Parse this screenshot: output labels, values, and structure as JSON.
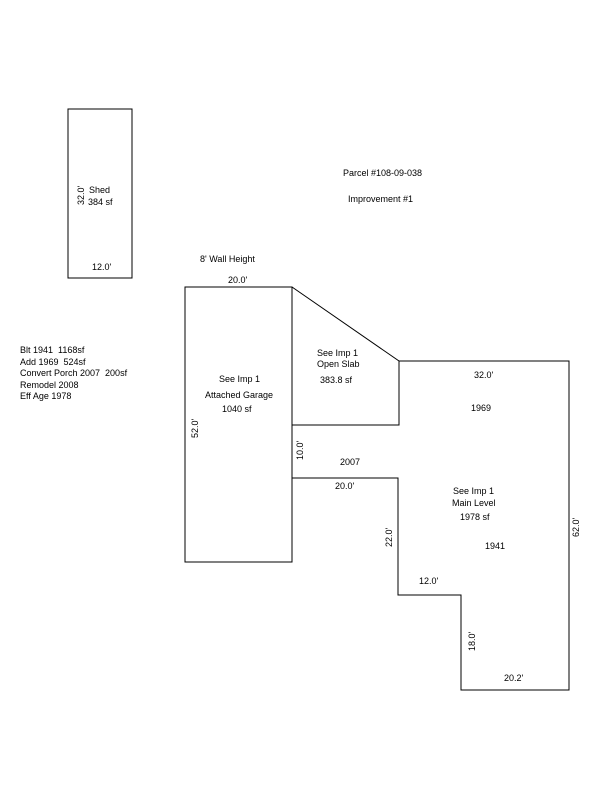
{
  "header": {
    "parcel": "Parcel #108-09-038",
    "improvement": "Improvement #1"
  },
  "notes": [
    "Blt 1941  1168sf",
    "Add 1969  524sf",
    "Convert Porch 2007  200sf",
    "Remodel 2008",
    "Eff Age 1978"
  ],
  "shed": {
    "name": "Shed",
    "area": "384 sf",
    "dim_width": "12.0'",
    "dim_height": "32.0'"
  },
  "wall_height": "8' Wall Height",
  "garage": {
    "line1": "See Imp 1",
    "line2": "Attached Garage",
    "area": "1040 sf",
    "dim_top": "20.0'",
    "dim_side": "52.0'"
  },
  "slab": {
    "line1": "See Imp 1",
    "line2": "Open Slab",
    "area": "383.8 sf"
  },
  "main": {
    "line1": "See Imp 1",
    "line2": "Main Level",
    "area": "1978 sf",
    "year_1969": "1969",
    "year_2007": "2007",
    "year_1941": "1941",
    "dim_top": "32.0'",
    "dim_right": "62.0'",
    "dim_10": "10.0'",
    "dim_20": "20.0'",
    "dim_22": "22.0'",
    "dim_12": "12.0'",
    "dim_18": "18.0'",
    "dim_bottom": "20.2'"
  }
}
